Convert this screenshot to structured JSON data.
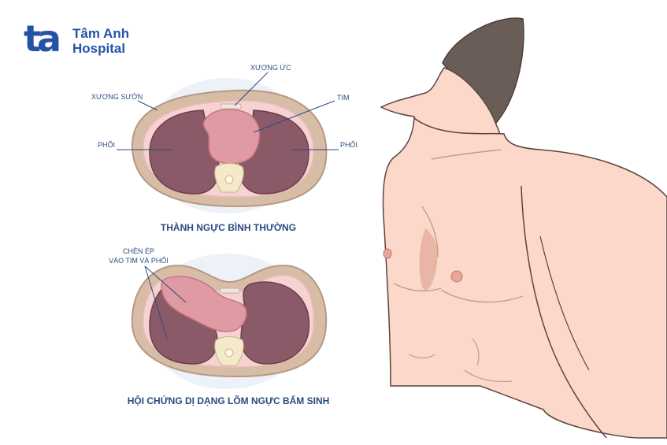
{
  "brand": {
    "mark": "ta",
    "line1": "Tâm Anh",
    "line2": "Hospital"
  },
  "normal": {
    "labels": {
      "sternum": "XƯƠNG ỨC",
      "ribs": "XƯƠNG SƯỜN",
      "heart": "TIM",
      "lung_left": "PHỔI",
      "lung_right": "PHỔI"
    },
    "caption": "THÀNH NGỰC BÌNH THƯỜNG"
  },
  "pectus": {
    "label_line1": "CHÈN ÉP",
    "label_line2": "VÀO TIM VÀ PHỔI",
    "caption": "HỘI CHỨNG DỊ DẠNG LÕM NGỰC BẨM SINH"
  },
  "colors": {
    "brand": "#2453a6",
    "label": "#2c4a80",
    "skin": "#fbd8c9",
    "wall": "#d7bca6",
    "lung": "#8b5a68",
    "heart": "#e09aa4",
    "hair": "#6a5c57"
  }
}
